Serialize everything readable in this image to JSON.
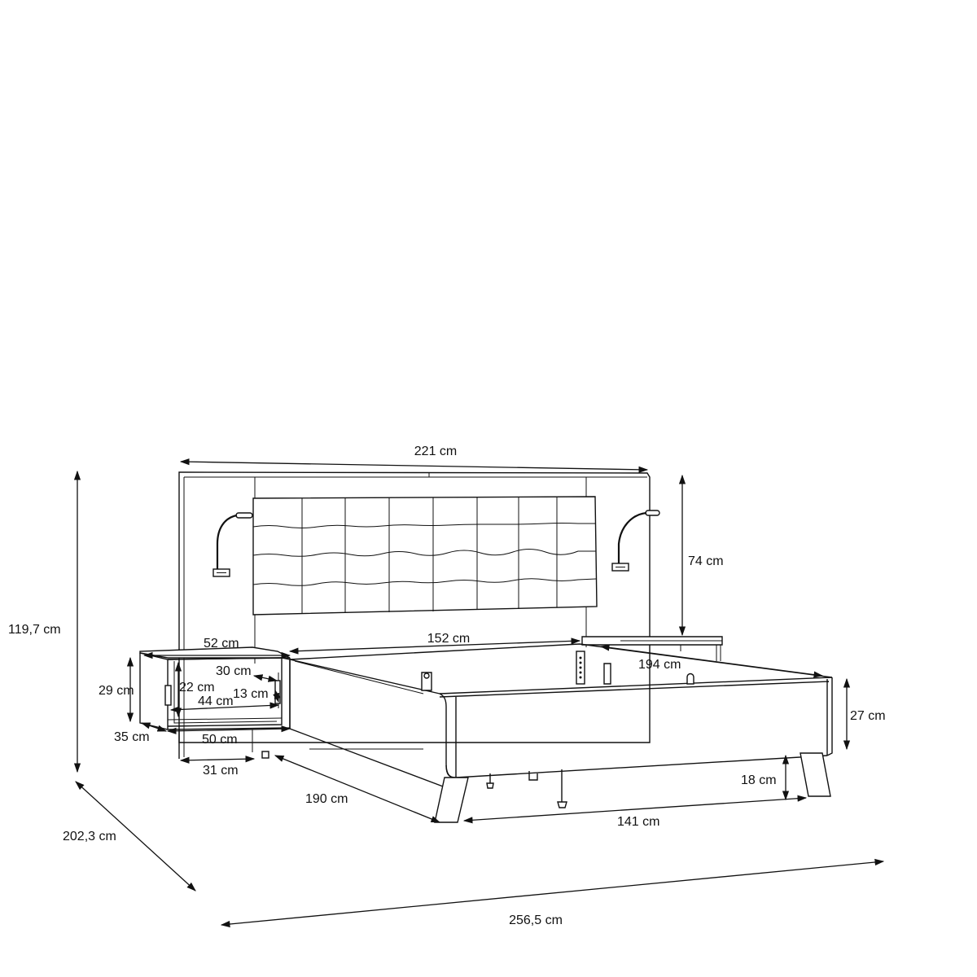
{
  "dimensions": {
    "total_width": "221 cm",
    "total_height": "119,7 cm",
    "headboard_height": "74 cm",
    "nightstand_width": "52 cm",
    "nightstand_inner_width": "30 cm",
    "nightstand_height": "29 cm",
    "drawer_height": "22 cm",
    "drawer_front_height": "13 cm",
    "drawer_width": "44 cm",
    "nightstand_depth": "35 cm",
    "nightstand_bottom_width": "50 cm",
    "nightstand_inner_depth": "31 cm",
    "mattress_width": "152 cm",
    "mattress_length": "194 cm",
    "frame_height": "27 cm",
    "leg_height": "18 cm",
    "frame_length": "190 cm",
    "leg_span": "141 cm",
    "total_depth": "202,3 cm",
    "total_length": "256,5 cm"
  }
}
